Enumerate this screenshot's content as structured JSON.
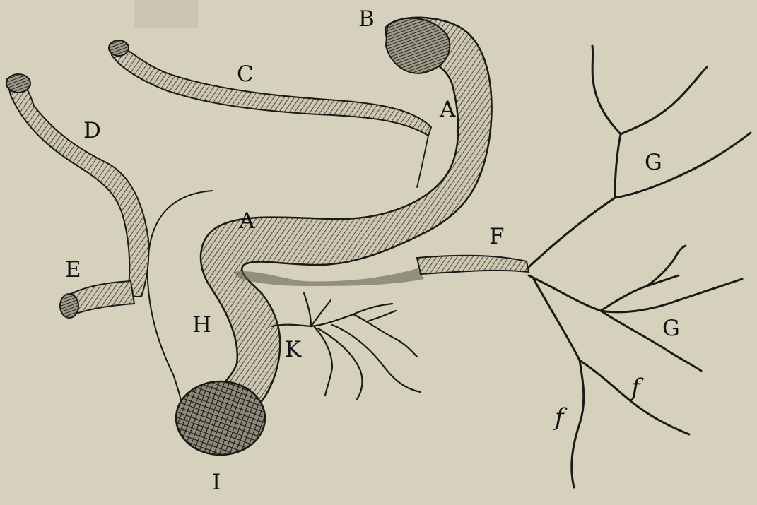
{
  "figure": {
    "labels": {
      "a_upper": "A",
      "a_lower": "A",
      "b": "B",
      "c": "C",
      "d": "D",
      "e": "E",
      "f": "F",
      "f_small_left": "f",
      "f_small_right": "f",
      "g_upper": "G",
      "g_lower": "G",
      "h": "H",
      "i": "I",
      "k": "K"
    },
    "colors": {
      "paper": "#d6d1bd",
      "ink": "#1a1a16"
    }
  }
}
